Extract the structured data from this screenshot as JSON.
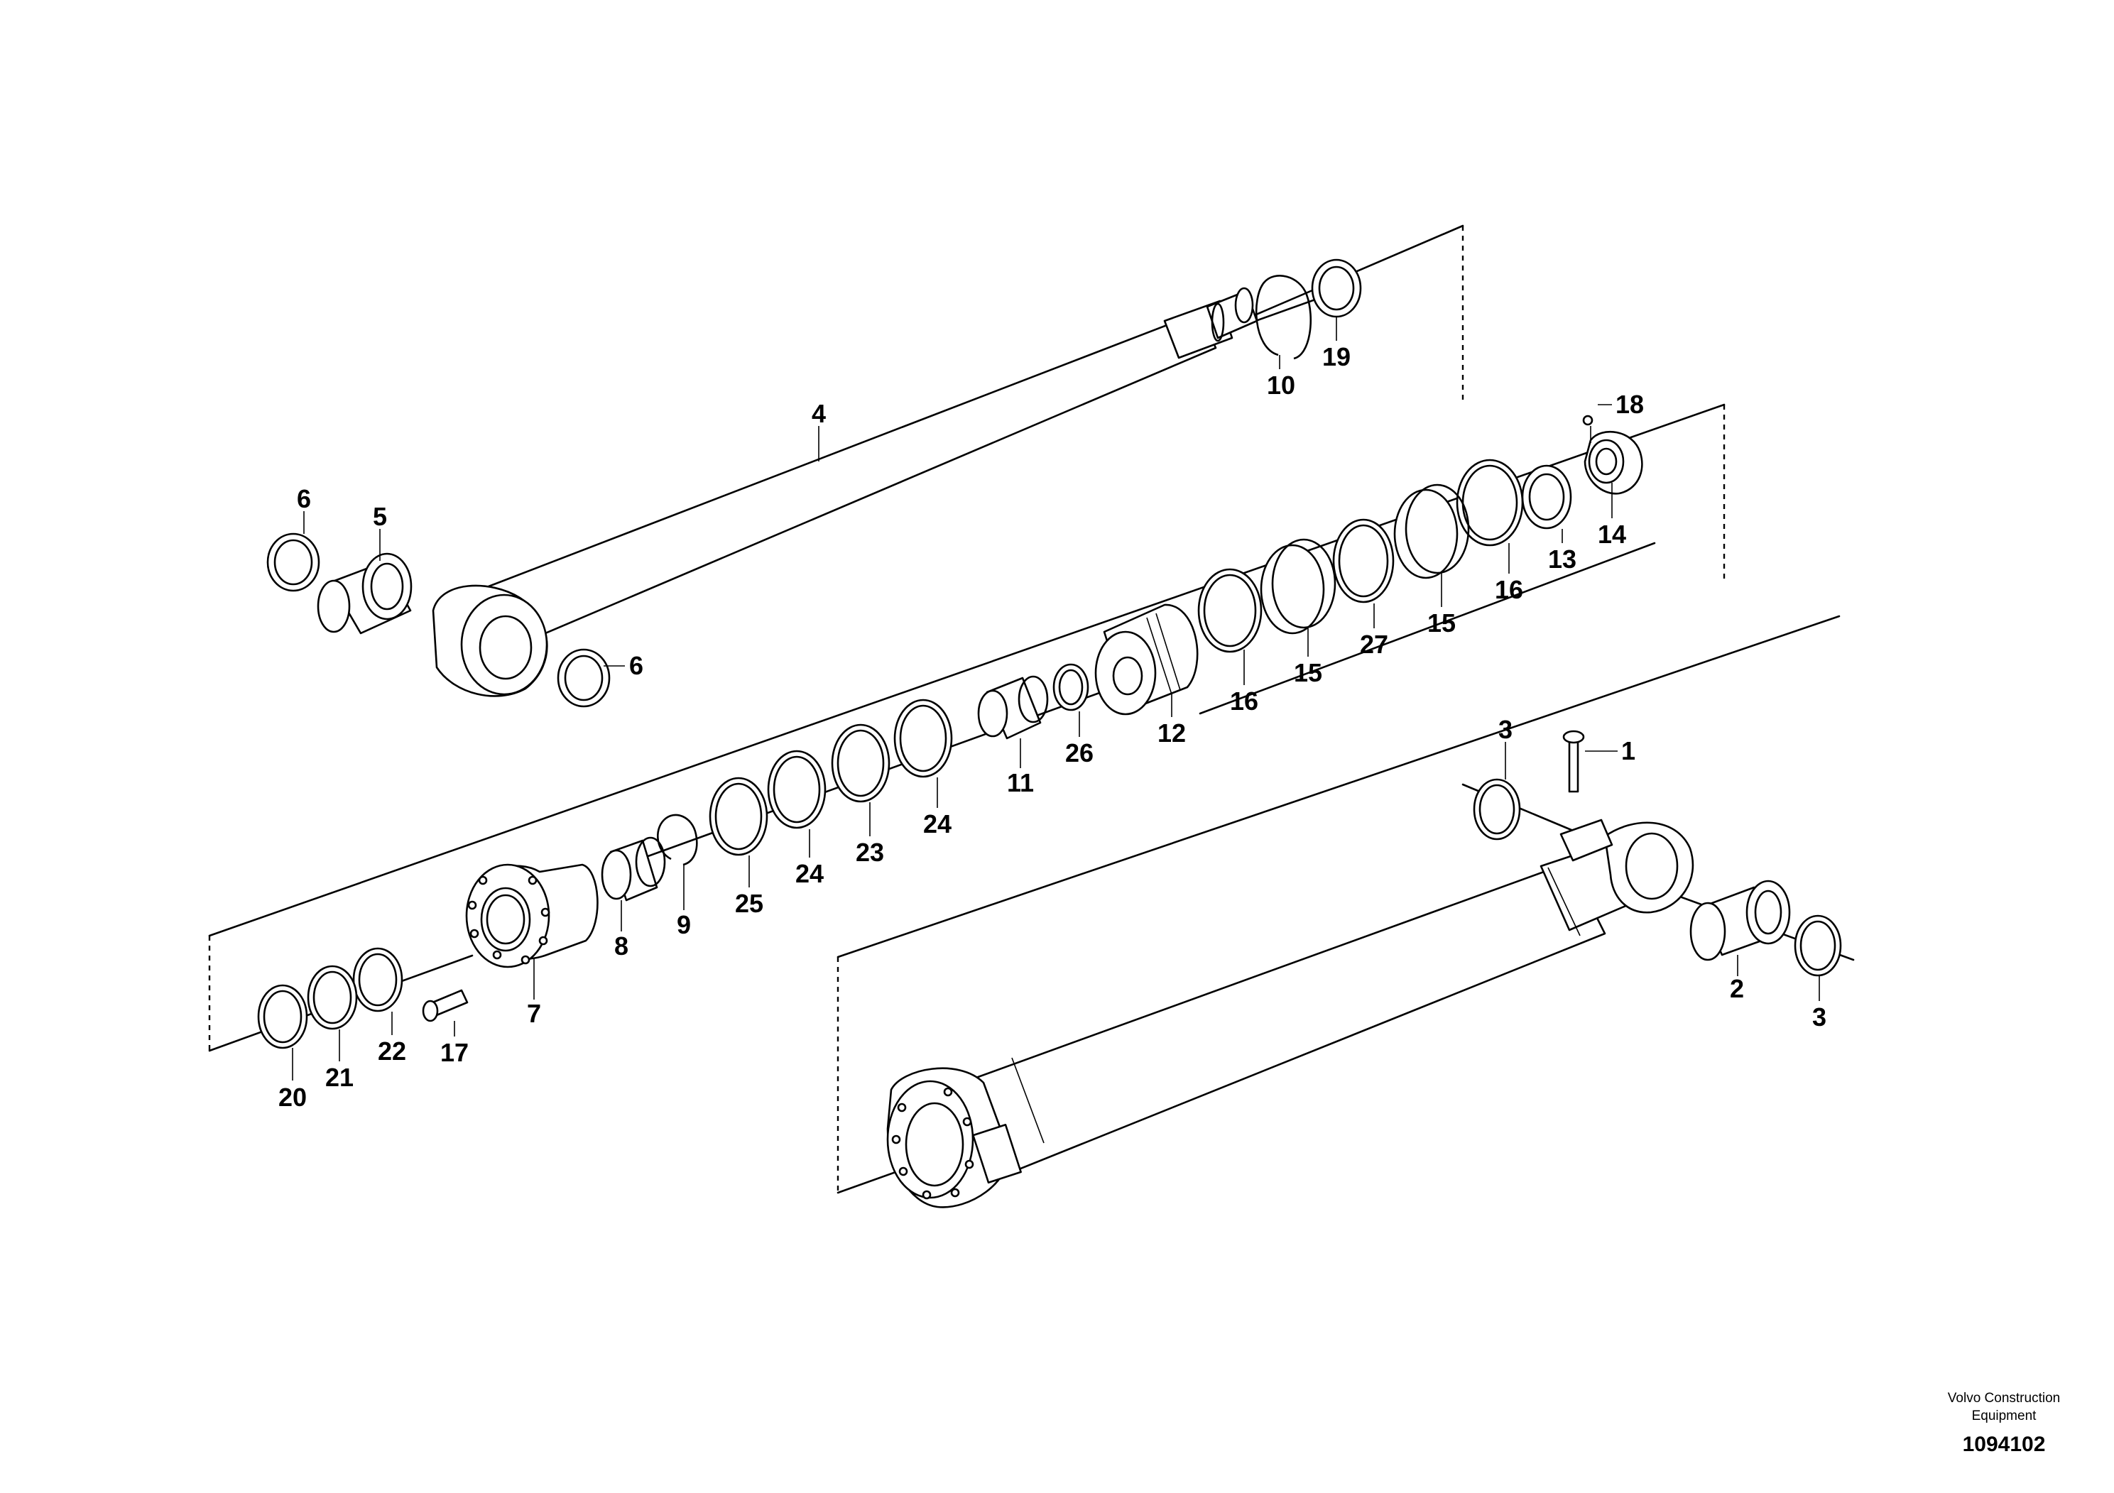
{
  "diagram": {
    "parts": [
      {
        "number": "1"
      },
      {
        "number": "2"
      },
      {
        "number": "3"
      },
      {
        "number": "3"
      },
      {
        "number": "4"
      },
      {
        "number": "5"
      },
      {
        "number": "6"
      },
      {
        "number": "6"
      },
      {
        "number": "7"
      },
      {
        "number": "8"
      },
      {
        "number": "9"
      },
      {
        "number": "10"
      },
      {
        "number": "11"
      },
      {
        "number": "12"
      },
      {
        "number": "13"
      },
      {
        "number": "14"
      },
      {
        "number": "15"
      },
      {
        "number": "15"
      },
      {
        "number": "16"
      },
      {
        "number": "16"
      },
      {
        "number": "17"
      },
      {
        "number": "18"
      },
      {
        "number": "19"
      },
      {
        "number": "20"
      },
      {
        "number": "21"
      },
      {
        "number": "22"
      },
      {
        "number": "23"
      },
      {
        "number": "24"
      },
      {
        "number": "24"
      },
      {
        "number": "25"
      },
      {
        "number": "26"
      },
      {
        "number": "27"
      }
    ]
  },
  "footer": {
    "credit_line1": "Volvo Construction",
    "credit_line2": "Equipment",
    "doc_number": "1094102"
  }
}
